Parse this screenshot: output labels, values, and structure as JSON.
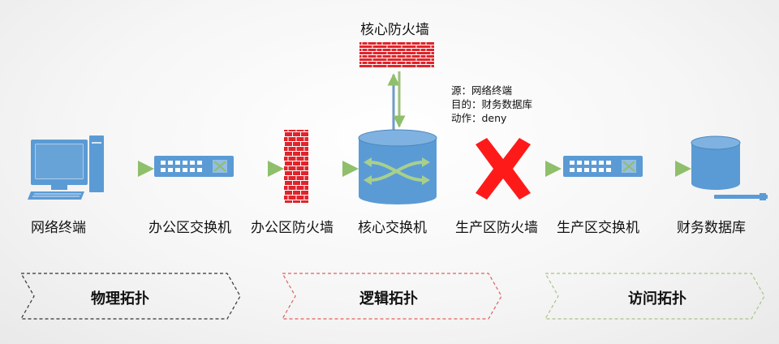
{
  "nodes": {
    "terminal": "网络终端",
    "office_switch": "办公区交换机",
    "office_firewall": "办公区防火墙",
    "core_switch": "核心交换机",
    "prod_firewall": "生产区防火墙",
    "prod_switch": "生产区交换机",
    "finance_db": "财务数据库",
    "core_firewall": "核心防火墙"
  },
  "rule": {
    "src": "源：网络终端",
    "dst": "目的：财务数据库",
    "action": "动作：deny"
  },
  "stages": [
    "物理拓扑",
    "逻辑拓扑",
    "访问拓扑"
  ],
  "colors": {
    "device_blue": "#5b9bd5",
    "firewall_red": "#e0242b",
    "deny_red": "#ff1a1a",
    "link_green": "#8fbf6a",
    "stage1_border": "#333333",
    "stage2_border": "#e06060",
    "stage3_border": "#a8c48a"
  }
}
